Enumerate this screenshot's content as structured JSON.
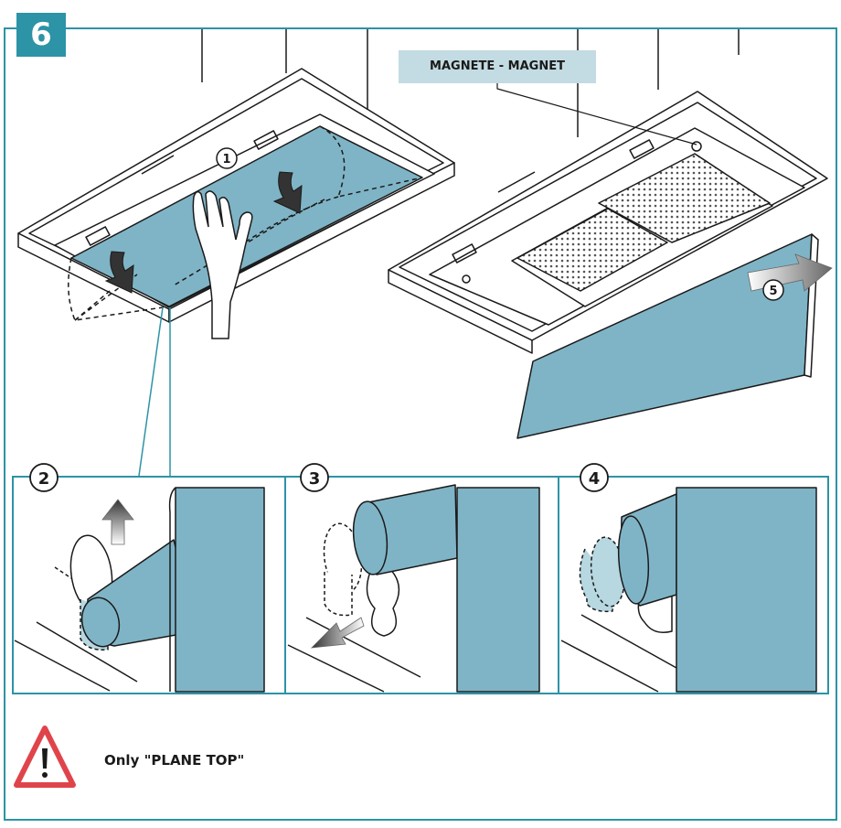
{
  "figure": {
    "step_number": "6",
    "magnet_label": "MAGNETE - MAGNET",
    "callouts": [
      "1",
      "2",
      "3",
      "4",
      "5"
    ],
    "warning_note": "Only \"PLANE TOP\"",
    "icons": [
      "hand-icon",
      "push-down-arrow-icon",
      "lift-up-arrow-icon",
      "pull-out-arrow-icon",
      "warning-triangle-icon"
    ]
  },
  "colors": {
    "accent": "#2d93a6",
    "panel_fill": "#7fb4c6",
    "panel_fill_light": "#b7d7e1",
    "label_bg": "#c3dbe2",
    "warning_red": "#e0444b",
    "line": "#1a1a1a"
  }
}
